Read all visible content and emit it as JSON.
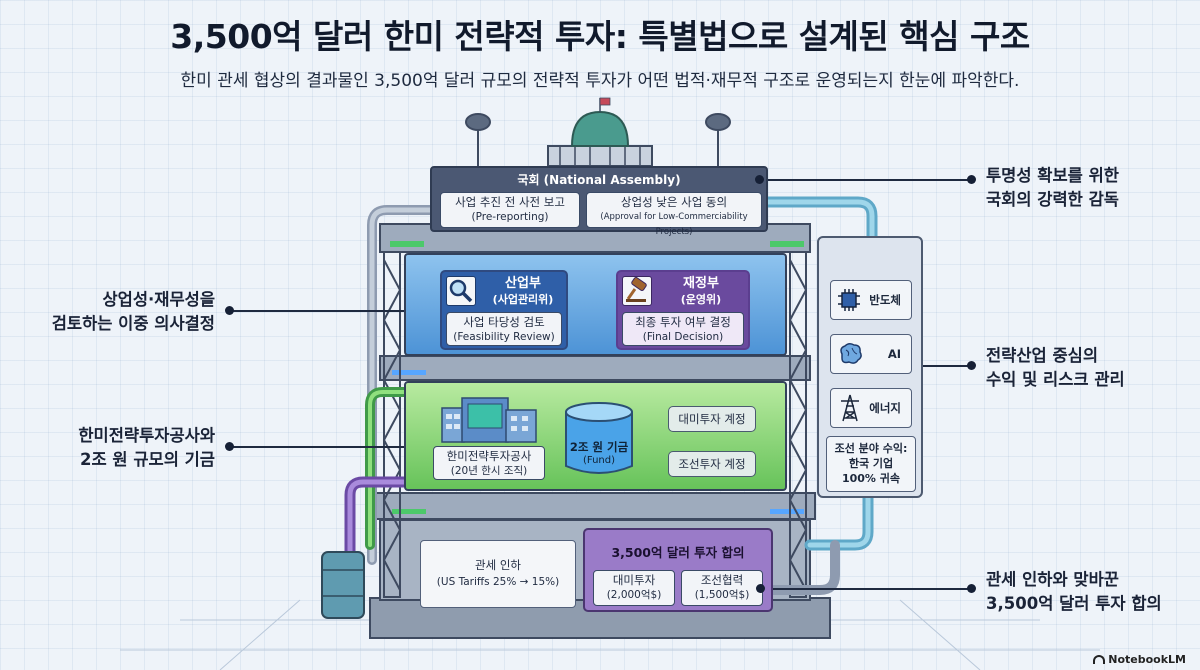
{
  "header": {
    "title": "3,500억 달러 한미 전략적 투자: 특별법으로 설계된 핵심 구조",
    "subtitle": "한미 관세 협상의 결과물인 3,500억 달러 규모의 전략적 투자가 어떤 법적·재무적 구조로 운영되는지 한눈에 파악한다."
  },
  "callouts": {
    "left_top": [
      "상업성·재무성을",
      "검토하는 이중 의사결정"
    ],
    "left_bottom": [
      "한미전략투자공사와",
      "2조 원 규모의 기금"
    ],
    "right_top": [
      "투명성 확보를 위한",
      "국회의 강력한 감독"
    ],
    "right_mid": [
      "전략산업 중심의",
      "수익 및 리스크 관리"
    ],
    "right_bottom": [
      "관세 인하와 맞바꾼",
      "3,500억 달러 투자 합의"
    ]
  },
  "assembly": {
    "title": "국회 (National Assembly)",
    "box1": {
      "label": "사업 추진 전 사전 보고",
      "sub": "(Pre-reporting)"
    },
    "box2": {
      "label": "상업성 낮은 사업 동의",
      "sub": "(Approval for Low-Commerciability Projects)"
    }
  },
  "ministries": {
    "industry": {
      "name": "산업부",
      "role": "(사업관리위)",
      "task": "사업 타당성 검토",
      "task_en": "(Feasibility Review)"
    },
    "finance": {
      "name": "재정부",
      "role": "(운영위)",
      "task": "최종 투자 여부 결정",
      "task_en": "(Final Decision)"
    }
  },
  "corporation": {
    "name": "한미전략투자공사",
    "sub": "(20년 한시 조직)",
    "fund_name": "2조 원 기금",
    "fund_sub": "(Fund)",
    "account1": "대미투자 계정",
    "account2": "조선투자 계정"
  },
  "sectors": {
    "items": [
      "반도체",
      "AI",
      "에너지"
    ],
    "shipbuilding": [
      "조선 분야 수익:",
      "한국 기업",
      "100% 귀속"
    ]
  },
  "agreement": {
    "title": "3,500억 달러 투자 합의",
    "us_invest": "대미투자",
    "us_amount": "(2,000억$)",
    "ship": "조선협력",
    "ship_amount": "(1,500억$)"
  },
  "tariff": {
    "label": "관세 인하",
    "detail": "(US Tariffs 25% → 15%)"
  },
  "brand": "NotebookLM",
  "colors": {
    "assembly": "#4b5873",
    "industry": "#2f5fa8",
    "finance": "#6a4a9e",
    "blue_floor": "#5aa0de",
    "green_floor": "#7acd68",
    "agreement": "#9a7bc8"
  }
}
